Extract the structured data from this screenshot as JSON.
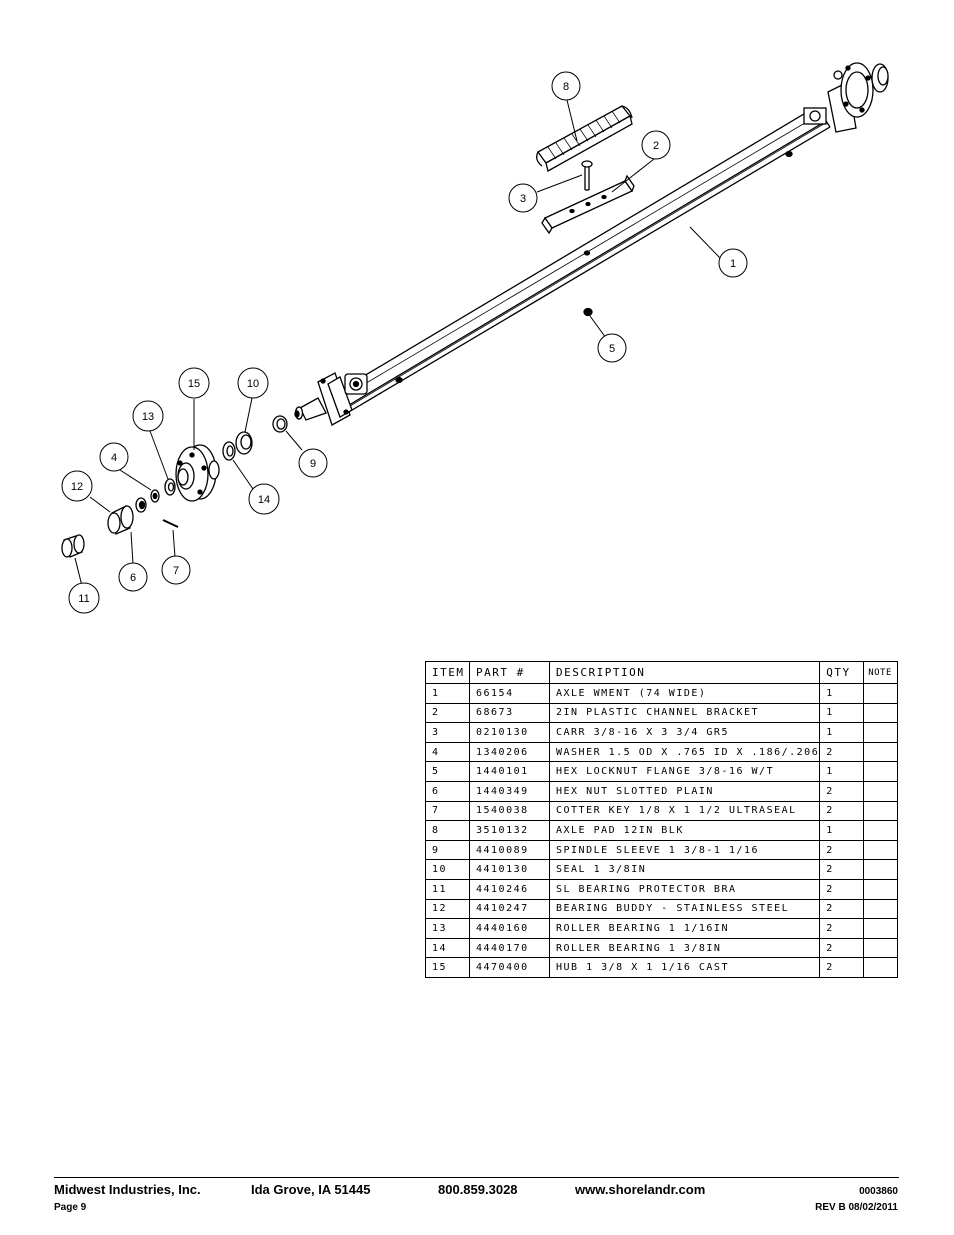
{
  "callouts": [
    {
      "label": "8"
    },
    {
      "label": "2"
    },
    {
      "label": "3"
    },
    {
      "label": "1"
    },
    {
      "label": "5"
    },
    {
      "label": "15"
    },
    {
      "label": "10"
    },
    {
      "label": "13"
    },
    {
      "label": "4"
    },
    {
      "label": "9"
    },
    {
      "label": "14"
    },
    {
      "label": "12"
    },
    {
      "label": "6"
    },
    {
      "label": "7"
    },
    {
      "label": "11"
    }
  ],
  "table": {
    "headers": {
      "item": "ITEM",
      "part": "PART #",
      "description": "DESCRIPTION",
      "qty": "QTY",
      "note": "NOTE"
    },
    "rows": [
      {
        "item": "1",
        "part": "66154",
        "description": "AXLE WMENT (74 WIDE)",
        "qty": "1",
        "note": ""
      },
      {
        "item": "2",
        "part": "68673",
        "description": "2IN PLASTIC CHANNEL BRACKET",
        "qty": "1",
        "note": ""
      },
      {
        "item": "3",
        "part": "0210130",
        "description": "CARR 3/8-16 X 3 3/4 GR5",
        "qty": "1",
        "note": ""
      },
      {
        "item": "4",
        "part": "1340206",
        "description": "WASHER 1.5 OD X .765 ID X .186/.206",
        "qty": "2",
        "note": ""
      },
      {
        "item": "5",
        "part": "1440101",
        "description": "HEX LOCKNUT FLANGE 3/8-16 W/T",
        "qty": "1",
        "note": ""
      },
      {
        "item": "6",
        "part": "1440349",
        "description": "HEX NUT SLOTTED PLAIN",
        "qty": "2",
        "note": ""
      },
      {
        "item": "7",
        "part": "1540038",
        "description": "COTTER KEY 1/8 X 1 1/2 ULTRASEAL",
        "qty": "2",
        "note": ""
      },
      {
        "item": "8",
        "part": "3510132",
        "description": "AXLE PAD 12IN  BLK",
        "qty": "1",
        "note": ""
      },
      {
        "item": "9",
        "part": "4410089",
        "description": "SPINDLE SLEEVE  1 3/8-1 1/16",
        "qty": "2",
        "note": ""
      },
      {
        "item": "10",
        "part": "4410130",
        "description": "SEAL  1 3/8IN",
        "qty": "2",
        "note": ""
      },
      {
        "item": "11",
        "part": "4410246",
        "description": "SL BEARING PROTECTOR BRA",
        "qty": "2",
        "note": ""
      },
      {
        "item": "12",
        "part": "4410247",
        "description": "BEARING BUDDY - STAINLESS STEEL",
        "qty": "2",
        "note": ""
      },
      {
        "item": "13",
        "part": "4440160",
        "description": "ROLLER BEARING   1 1/16IN",
        "qty": "2",
        "note": ""
      },
      {
        "item": "14",
        "part": "4440170",
        "description": "ROLLER BEARING   1 3/8IN",
        "qty": "2",
        "note": ""
      },
      {
        "item": "15",
        "part": "4470400",
        "description": "HUB  1 3/8 X 1 1/16 CAST",
        "qty": "2",
        "note": ""
      }
    ]
  },
  "footer": {
    "company": "Midwest Industries, Inc.",
    "city": "Ida Grove, IA  51445",
    "phone": "800.859.3028",
    "website": "www.shorelandr.com",
    "doc_number": "0003860",
    "page": "Page 9",
    "revision": "REV B  08/02/2011"
  }
}
